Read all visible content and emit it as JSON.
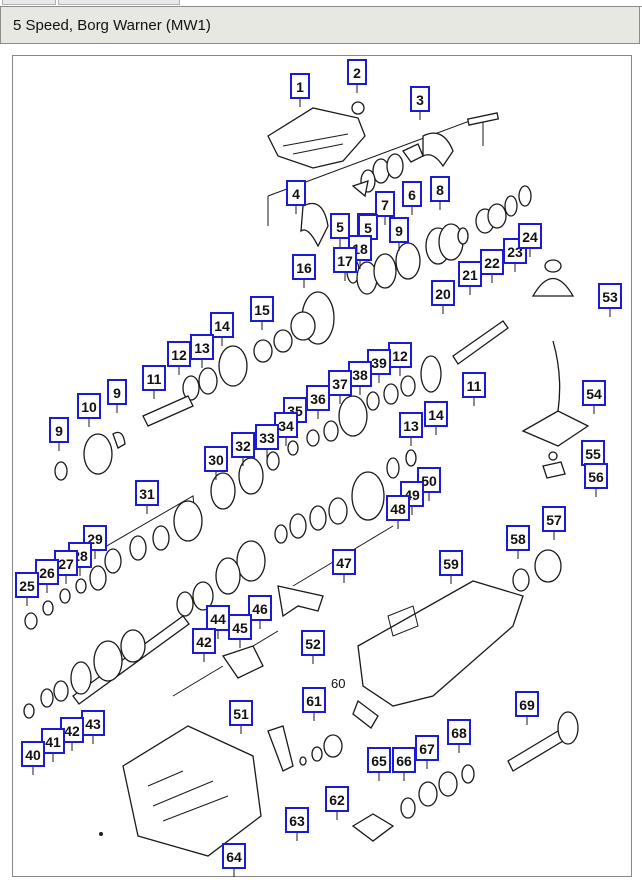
{
  "window": {
    "title": "5 Speed, Borg Warner (MW1)"
  },
  "diagram": {
    "callouts": [
      {
        "label": "1"
      },
      {
        "label": "2"
      },
      {
        "label": "3"
      },
      {
        "label": "4"
      },
      {
        "label": "5"
      },
      {
        "label": "6"
      },
      {
        "label": "7"
      },
      {
        "label": "8"
      },
      {
        "label": "9"
      },
      {
        "label": "6"
      },
      {
        "label": "5"
      },
      {
        "label": "18"
      },
      {
        "label": "17"
      },
      {
        "label": "16"
      },
      {
        "label": "20"
      },
      {
        "label": "21"
      },
      {
        "label": "22"
      },
      {
        "label": "23"
      },
      {
        "label": "24"
      },
      {
        "label": "53"
      },
      {
        "label": "15"
      },
      {
        "label": "14"
      },
      {
        "label": "13"
      },
      {
        "label": "12"
      },
      {
        "label": "11"
      },
      {
        "label": "10"
      },
      {
        "label": "9"
      },
      {
        "label": "9"
      },
      {
        "label": "12"
      },
      {
        "label": "39"
      },
      {
        "label": "38"
      },
      {
        "label": "37"
      },
      {
        "label": "36"
      },
      {
        "label": "35"
      },
      {
        "label": "34"
      },
      {
        "label": "33"
      },
      {
        "label": "32"
      },
      {
        "label": "30"
      },
      {
        "label": "11"
      },
      {
        "label": "14"
      },
      {
        "label": "13"
      },
      {
        "label": "54"
      },
      {
        "label": "55"
      },
      {
        "label": "56"
      },
      {
        "label": "50"
      },
      {
        "label": "49"
      },
      {
        "label": "48"
      },
      {
        "label": "31"
      },
      {
        "label": "29"
      },
      {
        "label": "28"
      },
      {
        "label": "27"
      },
      {
        "label": "26"
      },
      {
        "label": "25"
      },
      {
        "label": "47"
      },
      {
        "label": "57"
      },
      {
        "label": "58"
      },
      {
        "label": "59"
      },
      {
        "label": "44"
      },
      {
        "label": "46"
      },
      {
        "label": "45"
      },
      {
        "label": "42"
      },
      {
        "label": "52"
      },
      {
        "label": "51"
      },
      {
        "label": "43"
      },
      {
        "label": "42"
      },
      {
        "label": "41"
      },
      {
        "label": "40"
      },
      {
        "label": "61"
      },
      {
        "label": "69"
      },
      {
        "label": "68"
      },
      {
        "label": "67"
      },
      {
        "label": "66"
      },
      {
        "label": "65"
      },
      {
        "label": "62"
      },
      {
        "label": "63"
      },
      {
        "label": "64"
      }
    ],
    "plain_labels": [
      {
        "label": "60"
      }
    ]
  }
}
